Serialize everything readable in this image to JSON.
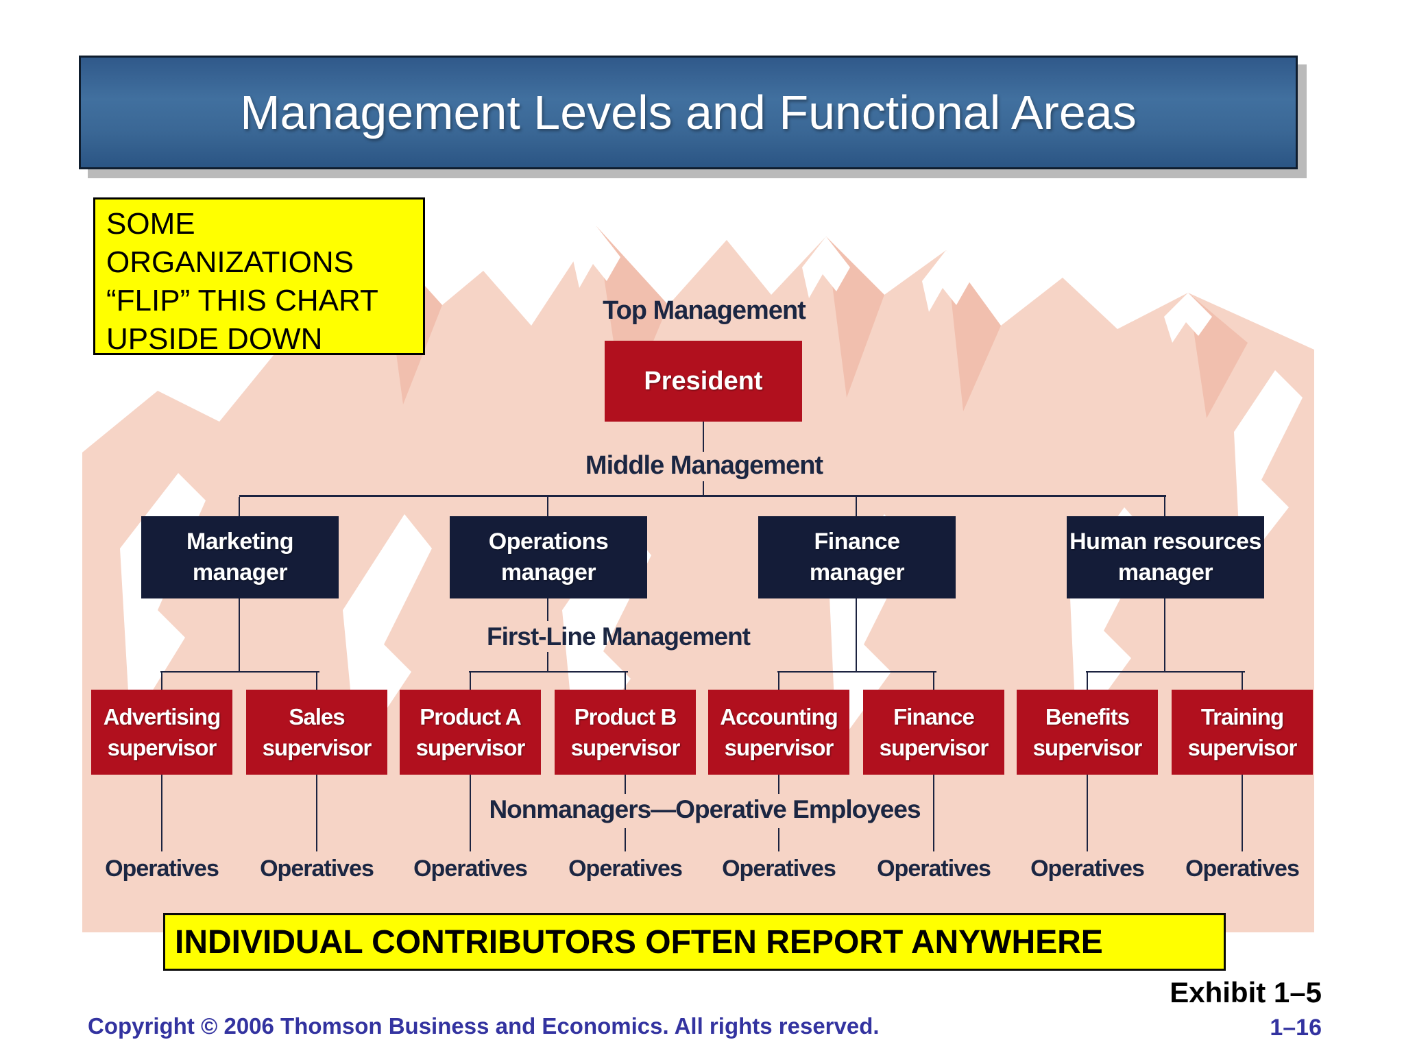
{
  "title": "Management Levels and Functional Areas",
  "callout": "SOME\nORGANIZATIONS\n“FLIP” THIS CHART\nUPSIDE DOWN",
  "levels": {
    "top": "Top Management",
    "middle": "Middle Management",
    "first_line": "First-Line Management",
    "nonmanagers": "Nonmanagers—Operative Employees"
  },
  "president": "President",
  "managers": [
    {
      "label": "Marketing\nmanager"
    },
    {
      "label": "Operations\nmanager"
    },
    {
      "label": "Finance\nmanager"
    },
    {
      "label": "Human resources\nmanager"
    }
  ],
  "supervisors": [
    {
      "label": "Advertising\nsupervisor"
    },
    {
      "label": "Sales\nsupervisor"
    },
    {
      "label": "Product A\nsupervisor"
    },
    {
      "label": "Product B\nsupervisor"
    },
    {
      "label": "Accounting\nsupervisor"
    },
    {
      "label": "Finance\nsupervisor"
    },
    {
      "label": "Benefits\nsupervisor"
    },
    {
      "label": "Training\nsupervisor"
    }
  ],
  "operatives": [
    "Operatives",
    "Operatives",
    "Operatives",
    "Operatives",
    "Operatives",
    "Operatives",
    "Operatives",
    "Operatives"
  ],
  "bottom_banner": "INDIVIDUAL CONTRIBUTORS OFTEN REPORT ANYWHERE",
  "footer": {
    "exhibit": "Exhibit 1–5",
    "copyright": "Copyright © 2006 Thomson Business and Economics. All rights reserved.",
    "page": "1–16"
  },
  "colors": {
    "title_blue_light": "#41709f",
    "title_blue_dark": "#2b5584",
    "red_box": "#b1101e",
    "navy_box": "#141c38",
    "mountain_pink": "#f6d4c6",
    "mountain_shade": "#f1bfae",
    "highlight_yellow": "#ffff00",
    "connector_navy": "#1c2340",
    "label_navy": "#1b2642",
    "footer_blue": "#3333a0"
  }
}
